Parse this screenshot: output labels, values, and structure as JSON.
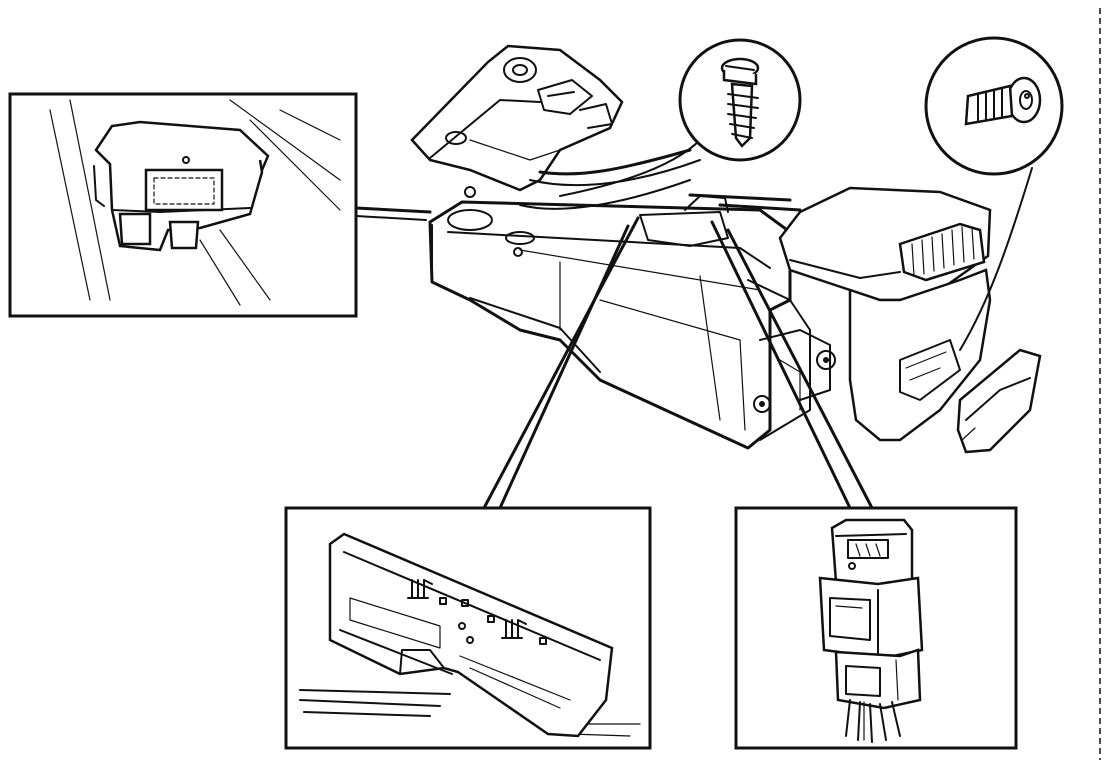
{
  "figure": {
    "type": "exploded-assembly-illustration",
    "text_labels": []
  },
  "callouts": [
    {
      "id": "seat-heater-rocker-switch",
      "icon": "rocker-switch-icon"
    },
    {
      "id": "heated-seat-switch-panel",
      "icon": "switch-panel-icon"
    },
    {
      "id": "wiring-connector",
      "icon": "electrical-connector-icon"
    },
    {
      "id": "tapping-screw",
      "icon": "screw-icon"
    },
    {
      "id": "machine-bolt",
      "icon": "bolt-icon"
    }
  ]
}
